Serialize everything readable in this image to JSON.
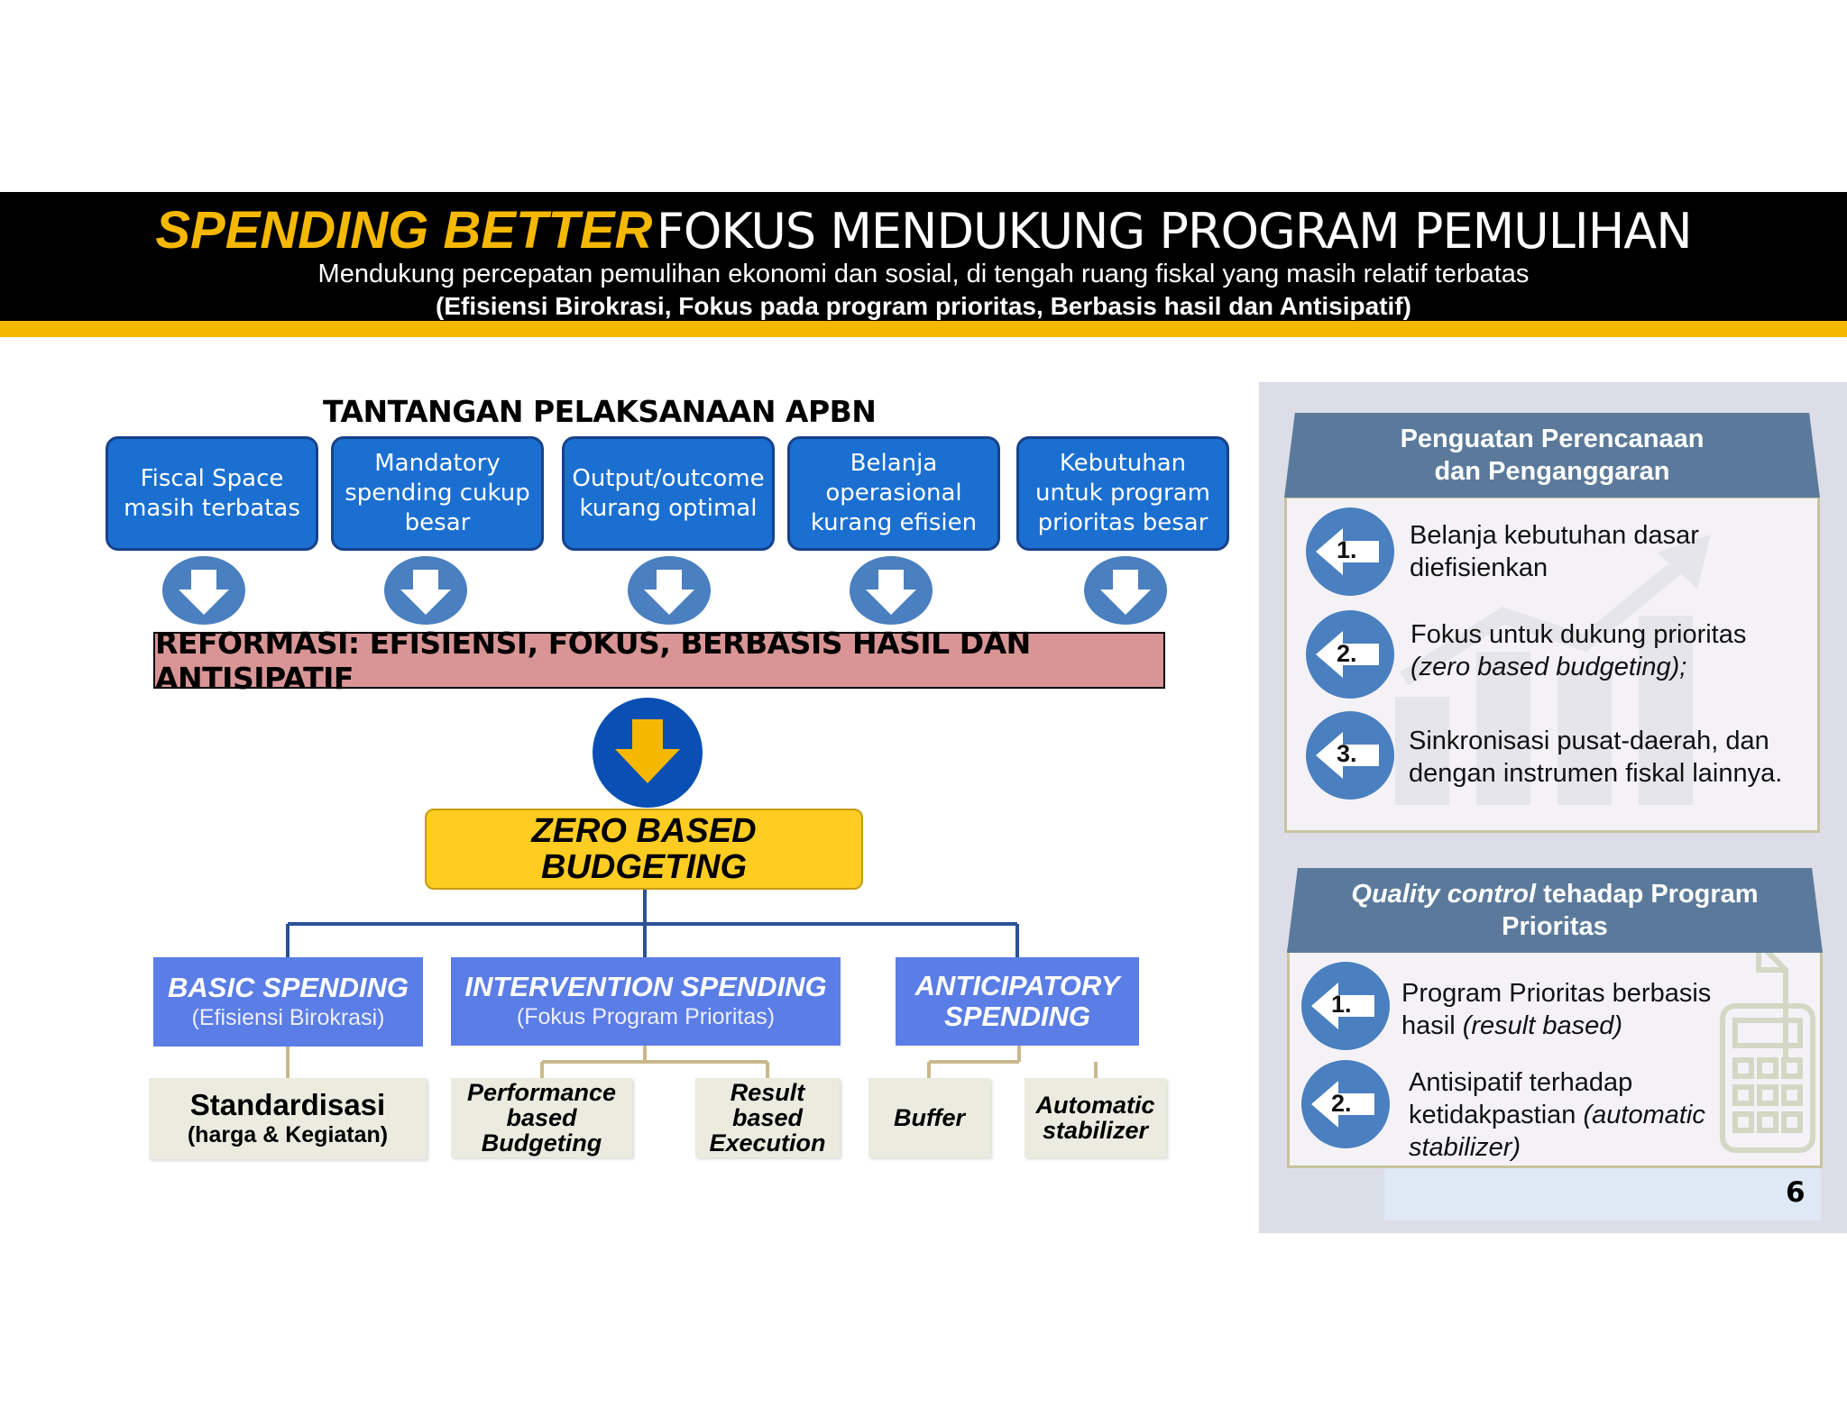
{
  "header": {
    "title_emphasis": "SPENDING BETTER",
    "title_rest": "FOKUS MENDUKUNG PROGRAM PEMULIHAN",
    "subtitle": "Mendukung percepatan pemulihan ekonomi dan sosial, di tengah ruang fiskal yang masih relatif terbatas",
    "subtitle2": "(Efisiensi Birokrasi, Fokus pada program prioritas, Berbasis hasil dan Antisipatif)",
    "accent_color": "#f5b800"
  },
  "challenges": {
    "heading": "TANTANGAN PELAKSANAAN APBN",
    "items": [
      {
        "lines": [
          "Fiscal Space",
          "masih terbatas"
        ]
      },
      {
        "lines": [
          "Mandatory",
          "spending cukup",
          "besar"
        ]
      },
      {
        "lines": [
          "Output/outcome",
          "kurang optimal"
        ]
      },
      {
        "lines": [
          "Belanja",
          "operasional",
          "kurang efisien"
        ]
      },
      {
        "lines": [
          "Kebutuhan",
          "untuk program",
          "prioritas besar"
        ]
      }
    ],
    "box_color": "#1a6fd1"
  },
  "reform": {
    "label": "REFORMASI: EFISIENSI, FOKUS, BERBASIS HASIL DAN ANTISIPATIF"
  },
  "zbb": {
    "line1": "ZERO BASED",
    "line2": "BUDGETING"
  },
  "spending": {
    "basic": {
      "title": "BASIC SPENDING",
      "sub": "(Efisiensi Birokrasi)"
    },
    "intervention": {
      "title": "INTERVENTION SPENDING",
      "sub": "(Fokus Program Prioritas)"
    },
    "anticipatory": {
      "title1": "ANTICIPATORY",
      "title2": "SPENDING"
    }
  },
  "leaves": {
    "standardisasi": {
      "title": "Standardisasi",
      "sub": "(harga & Kegiatan)"
    },
    "performance": {
      "l1": "Performance",
      "l2": "based",
      "l3": "Budgeting"
    },
    "result": {
      "l1": "Result",
      "l2": "based",
      "l3": "Execution"
    },
    "buffer": {
      "label": "Buffer"
    },
    "automatic": {
      "l1": "Automatic",
      "l2": "stabilizer"
    }
  },
  "panel1": {
    "head_line1": "Penguatan Perencanaan",
    "head_line2": "dan Penganggaran",
    "items": [
      {
        "num": "1.",
        "line1": "Belanja kebutuhan dasar",
        "line2": "diefisienkan"
      },
      {
        "num": "2.",
        "line1": "Fokus untuk dukung prioritas",
        "line2": "(zero based budgeting);"
      },
      {
        "num": "3.",
        "line1": "Sinkronisasi pusat-daerah, dan",
        "line2": "dengan instrumen fiskal lainnya."
      }
    ]
  },
  "panel2": {
    "head_italic": "Quality control",
    "head_rest": "tehadap Program",
    "head_line2": "Prioritas",
    "items": [
      {
        "num": "1.",
        "line1": "Program Prioritas berbasis",
        "line2_plain": "hasil",
        "line2_italic": "(result based)"
      },
      {
        "num": "2.",
        "line1": "Antisipatif terhadap",
        "line2_plain": "ketidakpastian",
        "line2_italic": "(automatic",
        "line3_italic": "stabilizer)"
      }
    ]
  },
  "page_number": "6"
}
